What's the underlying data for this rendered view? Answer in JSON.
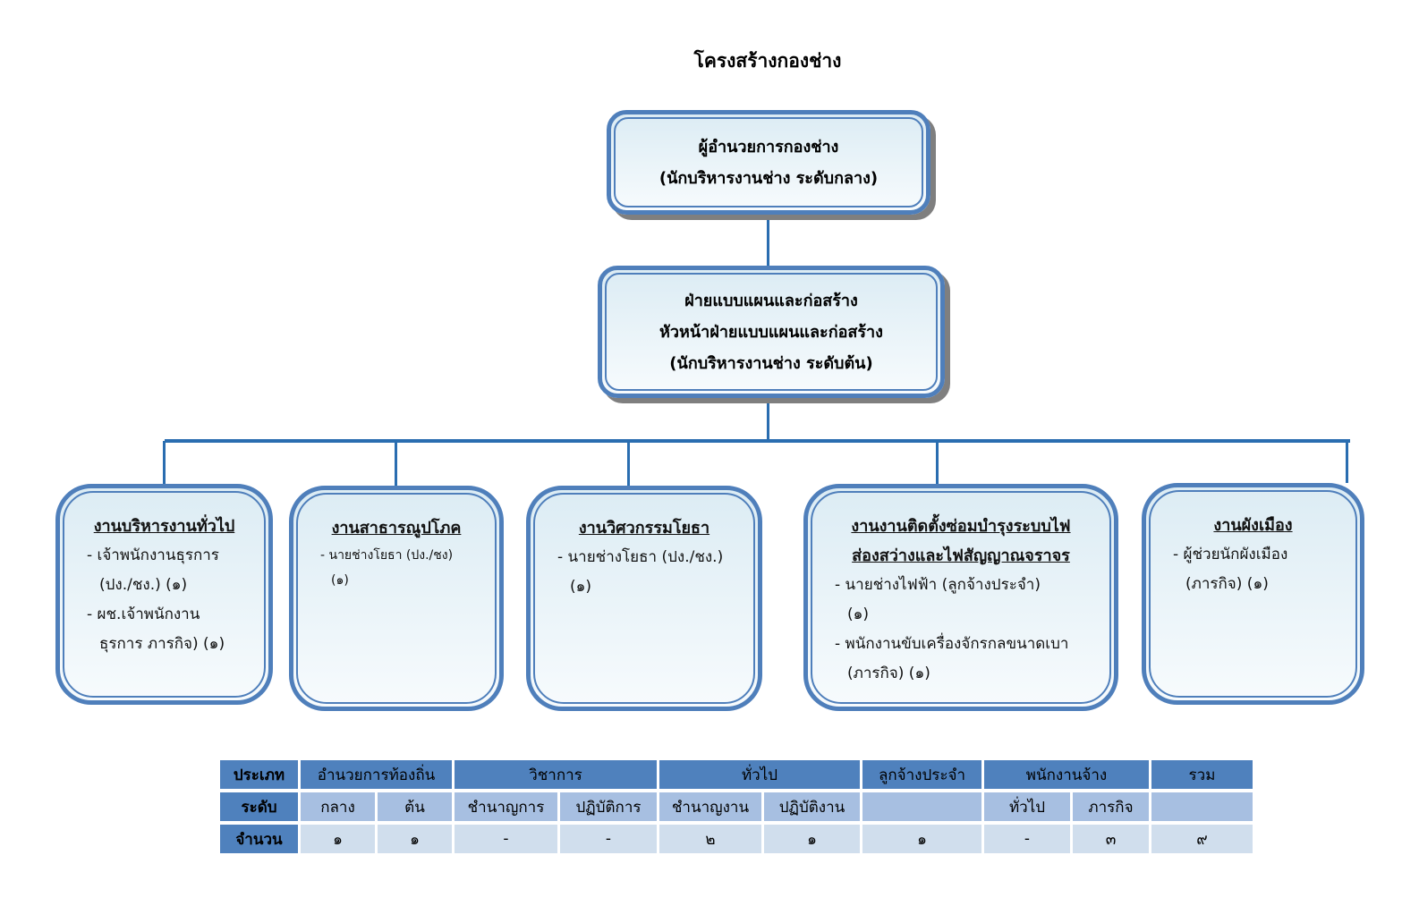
{
  "title": "โครงสร้างกองช่าง",
  "director": {
    "line1": "ผู้อำนวยการกองช่าง",
    "line2": "(นักบริหารงานช่าง ระดับกลาง)"
  },
  "division": {
    "line1": "ฝ่ายแบบแผนและก่อสร้าง",
    "line2": "หัวหน้าฝ่ายแบบแผนและก่อสร้าง",
    "line3": "(นักบริหารงานช่าง ระดับต้น)"
  },
  "units": [
    {
      "heading": "งานบริหารงานทั่วไป",
      "items": [
        "- เจ้าพนักงานธุรการ",
        "(ปง./ชง.) (๑)",
        "- ผช.เจ้าพนักงาน",
        "ธุรการ ภารกิจ) (๑)"
      ]
    },
    {
      "heading": "งานสาธารณูปโภค",
      "items": [
        "- นายช่างโยธา (ปง./ชง)",
        "(๑)"
      ]
    },
    {
      "heading": "งานวิศวกรรมโยธา",
      "items": [
        "- นายช่างโยธา (ปง./ชง.)",
        "(๑)"
      ]
    },
    {
      "heading": "งานงานติดตั้งซ่อมบำรุงระบบไฟ",
      "heading2": "ส่องสว่างและไฟสัญญาณจราจร",
      "items": [
        "- นายช่างไฟฟ้า (ลูกจ้างประจำ)",
        "(๑)",
        "- พนักงานขับเครื่องจักรกลขนาดเบา",
        "(ภารกิจ) (๑)"
      ]
    },
    {
      "heading": "งานผังเมือง",
      "items": [
        "- ผู้ช่วยนักผังเมือง",
        "(ภารกิจ) (๑)"
      ]
    }
  ],
  "table": {
    "row1": [
      "ประเภท",
      "อำนวยการท้องถิ่น",
      "วิชาการ",
      "ทั่วไป",
      "ลูกจ้างประจำ",
      "พนักงานจ้าง",
      "รวม"
    ],
    "row2": [
      "ระดับ",
      "กลาง",
      "ต้น",
      "ชำนาญการ",
      "ปฏิบัติการ",
      "ชำนาญงาน",
      "ปฏิบัติงาน",
      "",
      "ทั่วไป",
      "ภารกิจ",
      ""
    ],
    "row3": [
      "จำนวน",
      "๑",
      "๑",
      "-",
      "-",
      "๒",
      "๑",
      "๑",
      "-",
      "๓",
      "๙"
    ]
  }
}
